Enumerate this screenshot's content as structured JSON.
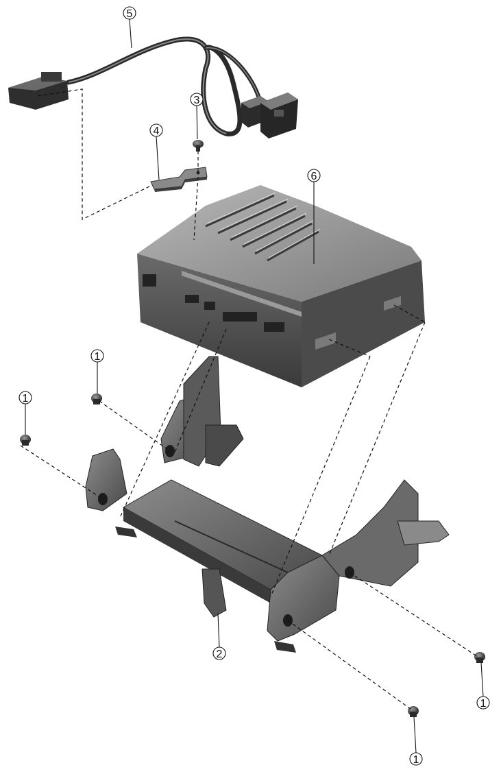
{
  "callouts": {
    "c1a": "1",
    "c1b": "1",
    "c1c": "1",
    "c1d": "1",
    "c2": "2",
    "c3": "3",
    "c4": "4",
    "c5": "5",
    "c6": "6"
  },
  "colors": {
    "part_dark": "#3f3f3f",
    "part_mid": "#6b6b6b",
    "part_light": "#9a9a9a",
    "part_highlight": "#c9c9c9",
    "line": "#111111",
    "background": "#ffffff"
  }
}
